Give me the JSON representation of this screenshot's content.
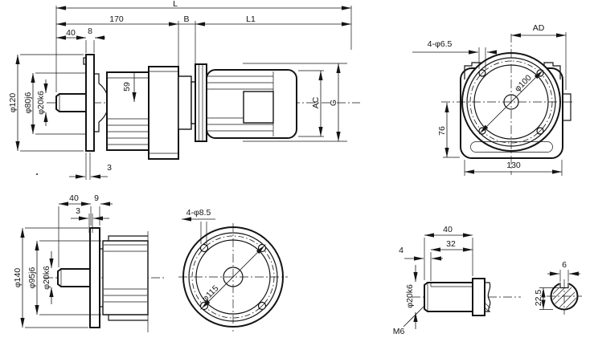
{
  "drawing": {
    "background": "#ffffff",
    "line_color": "#141414"
  },
  "side_view": {
    "overall_length": "L",
    "gearbox_length": "170",
    "section_b": "B",
    "motor_length": "L1",
    "shaft_length": "40",
    "flange_width": "8",
    "shaft_height": "59",
    "flange_diameter": "φ120",
    "spigot_diameter": "φ80j6",
    "shaft_diameter": "φ20k6",
    "motor_diameter": "AC",
    "overall_height": "G",
    "pilot_depth": "3"
  },
  "front_view": {
    "bolt_holes": "4-φ6.5",
    "width_ad": "AD",
    "bolt_circle_diameter": "φ100",
    "center_to_base": "76",
    "base_width": "130"
  },
  "flange_side_view": {
    "shaft_length": "40",
    "flange_offset": "9",
    "pilot_depth": "3",
    "flange_diameter": "φ140",
    "spigot_diameter": "φ95j6",
    "shaft_diameter": "φ20k6"
  },
  "flange_face_view": {
    "bolt_holes": "4-φ8.5",
    "bolt_circle_diameter": "φ115"
  },
  "shaft_detail_view": {
    "shaft_length": "40",
    "key_length": "32",
    "end_offset": "4",
    "shaft_diameter": "φ20k6",
    "tapped_hole": "M6",
    "key_width": "6",
    "flat_to_bottom": "22.5"
  }
}
